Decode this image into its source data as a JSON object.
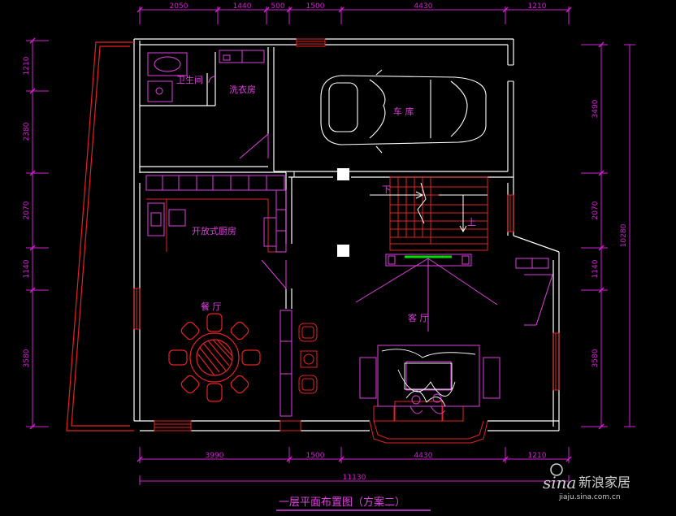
{
  "title": "一层平面布置图（方案二）",
  "rooms": {
    "bathroom": "卫生间",
    "laundry": "洗衣房",
    "garage": "车  库",
    "kitchen": "开放式厨房",
    "dining": "餐  厅",
    "living": "客  厅",
    "stair_down": "下",
    "stair_up": "上"
  },
  "dimensions": {
    "top": [
      "2050",
      "1440",
      "500",
      "1500",
      "4430",
      "1210"
    ],
    "bottom": [
      "3990",
      "1500",
      "4430",
      "1210"
    ],
    "bottom_total": "11130",
    "left": [
      "1210",
      "2380",
      "2070",
      "1140",
      "3580"
    ],
    "right": [
      "3490",
      "2070",
      "1140",
      "3580"
    ],
    "right_total": "10280"
  },
  "watermark": {
    "logo": "sina",
    "name": "新浪家居",
    "url": "jiaju.sina.com.cn"
  },
  "colors": {
    "wall": "#ffffff",
    "dimension": "#d61fd6",
    "furniture": "#e52222",
    "fixture": "#e040e0",
    "background": "#000000"
  }
}
